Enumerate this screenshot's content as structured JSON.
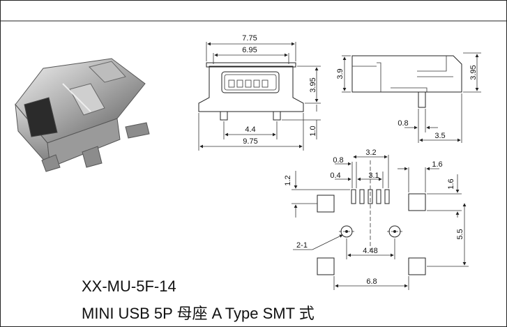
{
  "part": {
    "model": "XX-MU-5F-14",
    "description": "MINI  USB 5P 母座 A Type SMT 式"
  },
  "front_view": {
    "width_outer": "7.75",
    "width_inner": "6.95",
    "height_body": "3.95",
    "pin_height": "1.0",
    "pin_span": "4.4",
    "base_width": "9.75"
  },
  "side_view": {
    "height_left": "3.9",
    "height_right": "3.95",
    "pin_width": "0.8",
    "pin_offset": "3.5"
  },
  "footprint": {
    "pitch_a": "0.8",
    "pitch_b": "0.4",
    "span_a": "3.2",
    "span_b": "3.1",
    "pad_height": "1.2",
    "tab_width": "1.6",
    "tab_height": "1.6",
    "hole_label": "2-1",
    "hole_span": "4.48",
    "tab_span": "6.8",
    "vertical_span": "5.5"
  }
}
